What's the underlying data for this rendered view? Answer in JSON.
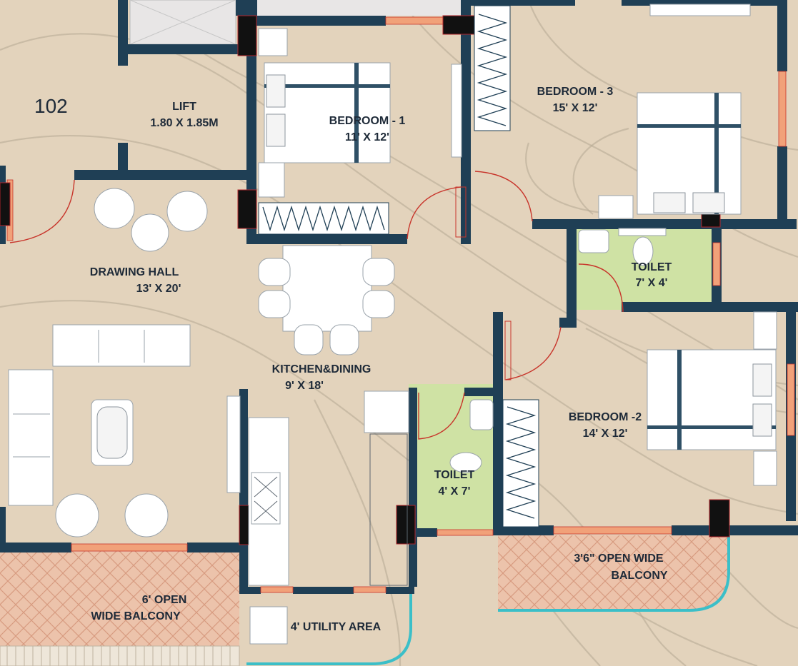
{
  "unit_number": "102",
  "rooms": {
    "lift": {
      "name": "LIFT",
      "size": "1.80 X 1.85M"
    },
    "bedroom1": {
      "name": "BEDROOM - 1",
      "size": "11' X 12'"
    },
    "bedroom3": {
      "name": "BEDROOM - 3",
      "size": "15' X 12'"
    },
    "drawing_hall": {
      "name": "DRAWING HALL",
      "size": "13' X 20'"
    },
    "kitchen_dining": {
      "name": "KITCHEN&DINING",
      "size": "9' X 18'"
    },
    "toilet_main": {
      "name": "TOILET",
      "size": "7' X 4'"
    },
    "bedroom2": {
      "name": "BEDROOM -2",
      "size": "14' X 12'"
    },
    "toilet_small": {
      "name": "TOILET",
      "size": "4' X 7'"
    },
    "balcony_right": {
      "line1": "3'6\" OPEN WIDE",
      "line2": "BALCONY"
    },
    "balcony_left": {
      "line1": "6' OPEN",
      "line2": "WIDE BALCONY"
    },
    "utility": {
      "name": "4' UTILITY AREA"
    }
  },
  "colors": {
    "background": "#e3d3bc",
    "wall": "#1f3f55",
    "toilet": "#cfe2a4",
    "door_arc": "#c8352b",
    "window": "#f1a179",
    "balcony_tile": "#e8b9a0"
  }
}
